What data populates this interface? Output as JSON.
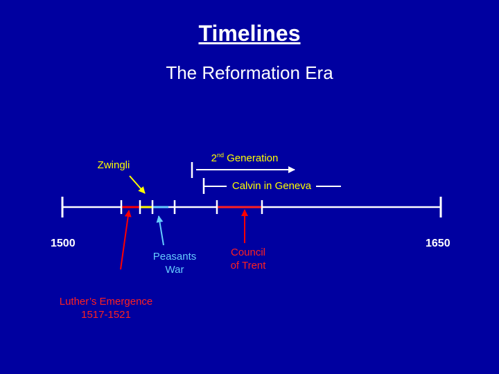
{
  "title": "Timelines",
  "subtitle": "The Reformation Era",
  "timeline": {
    "start_label": "1500",
    "end_label": "1650"
  },
  "labels": {
    "zwingli": "Zwingli",
    "second_generation_prefix": "2",
    "second_generation_sup": "nd",
    "second_generation_suffix": " Generation",
    "calvin": "Calvin in Geneva",
    "peasants_war_line1": "Peasants",
    "peasants_war_line2": "War",
    "council_line1": "Council",
    "council_line2": "of Trent",
    "luther_line1": "Luther’s Emergence",
    "luther_line2": "1517-1521"
  },
  "colors": {
    "background": "#0000A0",
    "axis": "#FFFFFF",
    "luther": "#FF0000",
    "zwingli": "#FFFF00",
    "peasants": "#66CCFF",
    "council": "#FF2020"
  }
}
